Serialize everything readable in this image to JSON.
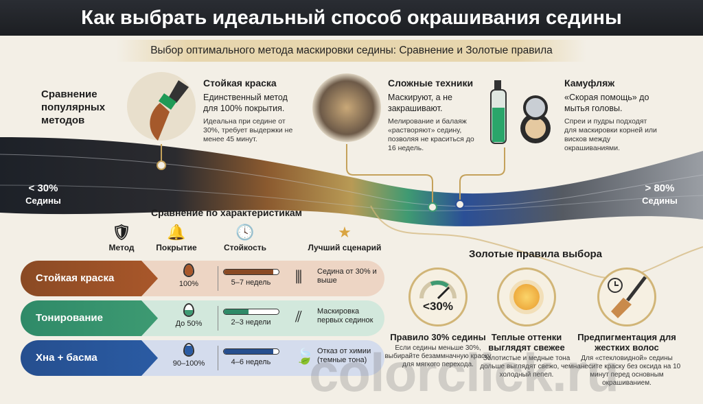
{
  "title": "Как выбрать идеальный способ окрашивания седины",
  "subtitle": "Выбор оптимального метода маскировки седины: Сравнение и Золотые правила",
  "section_popular": "Сравнение популярных методов",
  "methods": [
    {
      "title": "Стойкая краска",
      "lead": "Единственный метод для 100% покрытия.",
      "desc": "Идеальна при седине от 30%, требует выдержки не менее 45 минут.",
      "icon": "hair-dye-brush-icon"
    },
    {
      "title": "Сложные техники",
      "lead": "Маскируют, а не закрашивают.",
      "desc": "Мелирование и балаяж «растворяют» седину, позволяя не краситься до 16 недель.",
      "icon": "hair-strands-icon"
    },
    {
      "title": "Камуфляж",
      "lead": "«Скорая помощь» до мытья головы.",
      "desc": "Спреи и пудры подходят для маскировки корней или висков между окрашиваниями.",
      "icon": "spray-and-powder-icon"
    }
  ],
  "scale": {
    "left_value": "< 30%",
    "left_label": "Седины",
    "right_value": "> 80%",
    "right_label": "Седины"
  },
  "comparison": {
    "title": "Сравнение по характеристикам",
    "columns": [
      {
        "label": "Метод",
        "icon": "shield-icon"
      },
      {
        "label": "Покрытие",
        "icon": "cloche-icon"
      },
      {
        "label": "Стойкость",
        "icon": "clock-icon"
      },
      {
        "label": "Лучший сценарий",
        "icon": "star-icon"
      }
    ],
    "rows": [
      {
        "method": "Стойкая краска",
        "coverage": "100%",
        "coverage_fill": 1.0,
        "durability": "5–7 недель",
        "durability_fill": 0.9,
        "best": "Седина от 30% и выше",
        "best_icon": "dense-hair-icon",
        "color": "#a9572a",
        "bg": "#edd5c4",
        "fill": "#8a4a24"
      },
      {
        "method": "Тонирование",
        "coverage": "До 50%",
        "coverage_fill": 0.5,
        "durability": "2–3 недели",
        "durability_fill": 0.45,
        "best": "Маскировка первых сединок",
        "best_icon": "sparse-hair-icon",
        "color": "#3d9a72",
        "bg": "#d2e8dc",
        "fill": "#2f8a68"
      },
      {
        "method": "Хна + басма",
        "coverage": "90–100%",
        "coverage_fill": 0.9,
        "durability": "4–6 недель",
        "durability_fill": 0.9,
        "best": "Отказ от химии (темные тона)",
        "best_icon": "leaf-icon",
        "color": "#2a5ba3",
        "bg": "#d4dced",
        "fill": "#264f8f"
      }
    ]
  },
  "golden": {
    "title": "Золотые правила выбора",
    "rules": [
      {
        "badge": "<30%",
        "title": "Правило 30% седины",
        "desc": "Если седины меньше 30%, выбирайте безаммначную краску для мягкого перехода.",
        "icon": "gauge-icon"
      },
      {
        "title": "Теплые оттенки выглядят свежее",
        "desc": "Золотистые и медные тона дольше выглядят свежо, чем холодный пепел.",
        "icon": "sun-icon"
      },
      {
        "title": "Предпигментация для жестких волос",
        "desc": "Для «стекловидной» седины нанесите краску без оксида на 10 минут перед основным окрашиванием.",
        "icon": "brush-clock-icon"
      }
    ]
  },
  "watermark": "colorclick.ru"
}
